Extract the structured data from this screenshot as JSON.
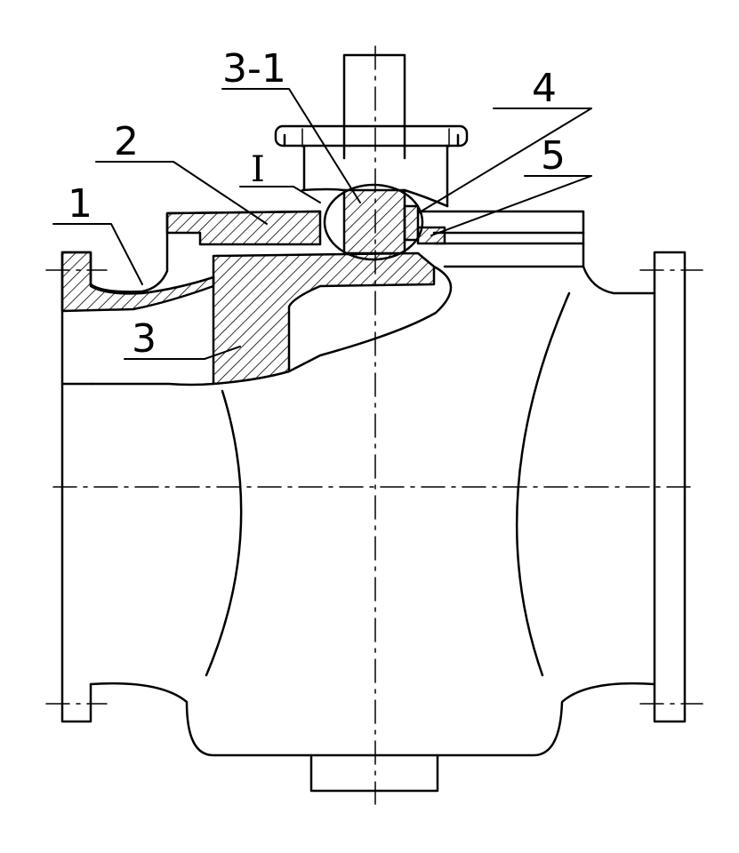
{
  "drawing": {
    "labels": {
      "part_1": "1",
      "part_2": "2",
      "part_3": "3",
      "part_3_1": "3-1",
      "part_4": "4",
      "part_5": "5",
      "detail_I": "I"
    },
    "colors": {
      "stroke": "#000000",
      "background": "#ffffff"
    }
  }
}
